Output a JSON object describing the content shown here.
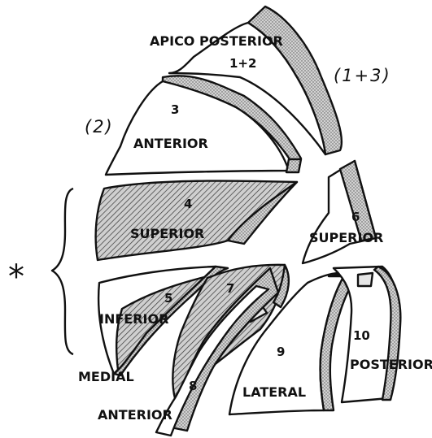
{
  "segments": {
    "apicoposterior": {
      "label": "APICO POSTERIOR",
      "number": "1+2"
    },
    "anterior_upper": {
      "label": "ANTERIOR",
      "number": "3"
    },
    "superior_lingular": {
      "label": "SUPERIOR",
      "number": "4"
    },
    "inferior_lingular": {
      "label": "INFERIOR",
      "number": "5"
    },
    "superior_lower": {
      "label": "SUPERIOR",
      "number": "6"
    },
    "medial": {
      "label": "MEDIAL",
      "number": "7"
    },
    "anterior_lower": {
      "label": "ANTERIOR",
      "number": "8"
    },
    "lateral": {
      "label": "LATERAL",
      "number": "9"
    },
    "posterior": {
      "label": "POSTERIOR",
      "number": "10"
    }
  },
  "annotations": {
    "combined": "(1+3)",
    "alt_two": "(2)",
    "asterisk": "*"
  },
  "colors": {
    "ink": "#111111",
    "shade": "#bdbdbd",
    "paper": "#ffffff"
  }
}
